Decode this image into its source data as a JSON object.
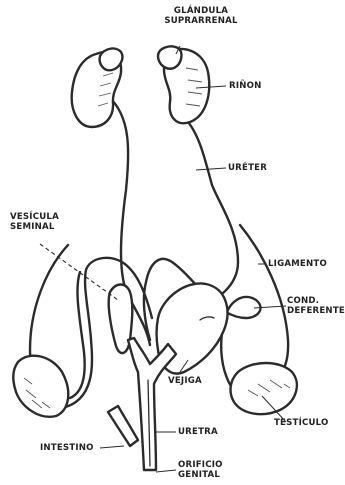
{
  "labels": {
    "glandula": [
      "GLÁNDULA",
      "SUPRARRENAL"
    ],
    "rinon": "RIÑON",
    "ureter": "URÉTER",
    "vesicula": [
      "VESÍCULA",
      "SEMINAL"
    ],
    "ligamento": "LIGAMENTO",
    "conducto": [
      "COND.",
      "DEFERENTE"
    ],
    "vejiga": "VEJIGA",
    "testiculo": "TESTÍCULO",
    "uretra": "URETRA",
    "intestino": "INTESTINO",
    "orificio": [
      "ORIFICIO",
      "GENITAL"
    ]
  }
}
